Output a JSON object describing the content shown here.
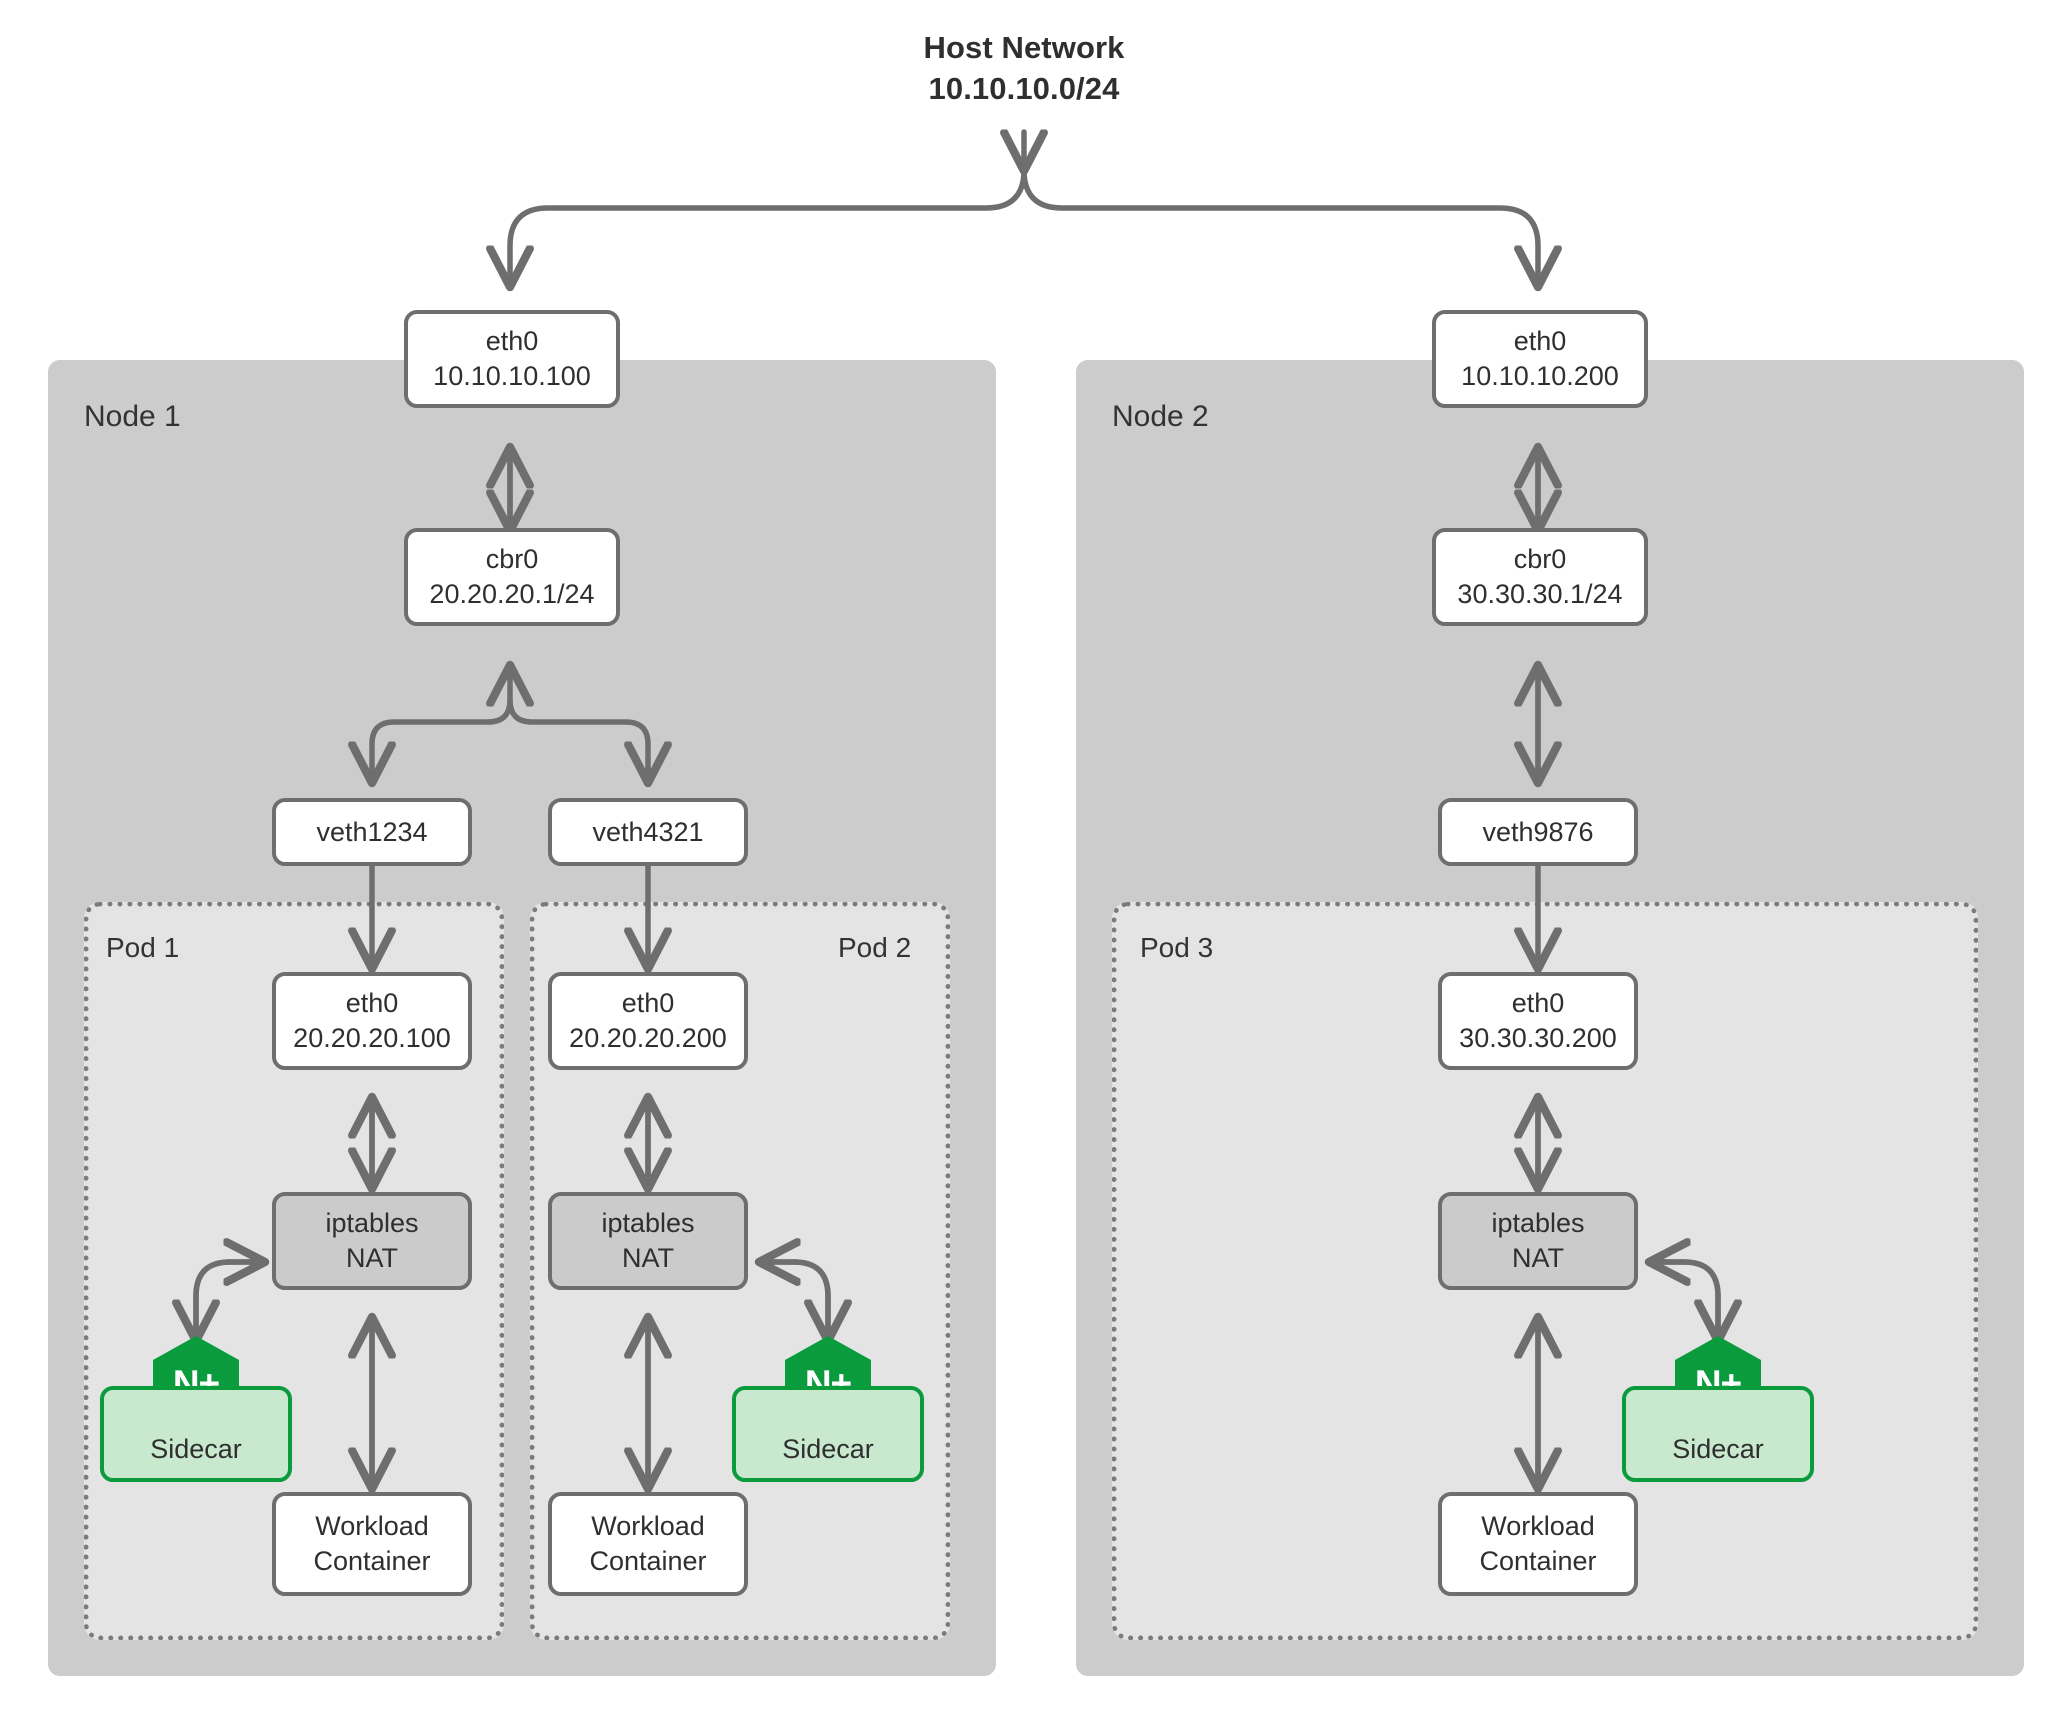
{
  "diagram": {
    "title_line1": "Host Network",
    "title_line2": "10.10.10.0/24",
    "colors": {
      "node_fill": "#cccccc",
      "pod_fill": "#e4e4e4",
      "box_stroke": "#6e6e6e",
      "iptables_fill": "#cbcbcb",
      "nginx_green": "#0a9b3d",
      "sidecar_fill": "#c8e9cd",
      "arrow": "#6e6e6e",
      "text": "#2f2f2f"
    }
  },
  "nodes": [
    {
      "label": "Node 1",
      "eth0_name": "eth0",
      "eth0_addr": "10.10.10.100",
      "bridge_name": "cbr0",
      "bridge_addr": "20.20.20.1/24",
      "veths": [
        "veth1234",
        "veth4321"
      ],
      "pods": [
        {
          "label": "Pod 1",
          "eth0_name": "eth0",
          "eth0_addr": "20.20.20.100",
          "iptables_line1": "iptables",
          "iptables_line2": "NAT",
          "sidecar_label": "Sidecar",
          "sidecar_logo": "N+",
          "workload_line1": "Workload",
          "workload_line2": "Container",
          "sidecar_side": "left"
        },
        {
          "label": "Pod 2",
          "eth0_name": "eth0",
          "eth0_addr": "20.20.20.200",
          "iptables_line1": "iptables",
          "iptables_line2": "NAT",
          "sidecar_label": "Sidecar",
          "sidecar_logo": "N+",
          "workload_line1": "Workload",
          "workload_line2": "Container",
          "sidecar_side": "right"
        }
      ]
    },
    {
      "label": "Node 2",
      "eth0_name": "eth0",
      "eth0_addr": "10.10.10.200",
      "bridge_name": "cbr0",
      "bridge_addr": "30.30.30.1/24",
      "veths": [
        "veth9876"
      ],
      "pods": [
        {
          "label": "Pod 3",
          "eth0_name": "eth0",
          "eth0_addr": "30.30.30.200",
          "iptables_line1": "iptables",
          "iptables_line2": "NAT",
          "sidecar_label": "Sidecar",
          "sidecar_logo": "N+",
          "workload_line1": "Workload",
          "workload_line2": "Container",
          "sidecar_side": "right"
        }
      ]
    }
  ]
}
